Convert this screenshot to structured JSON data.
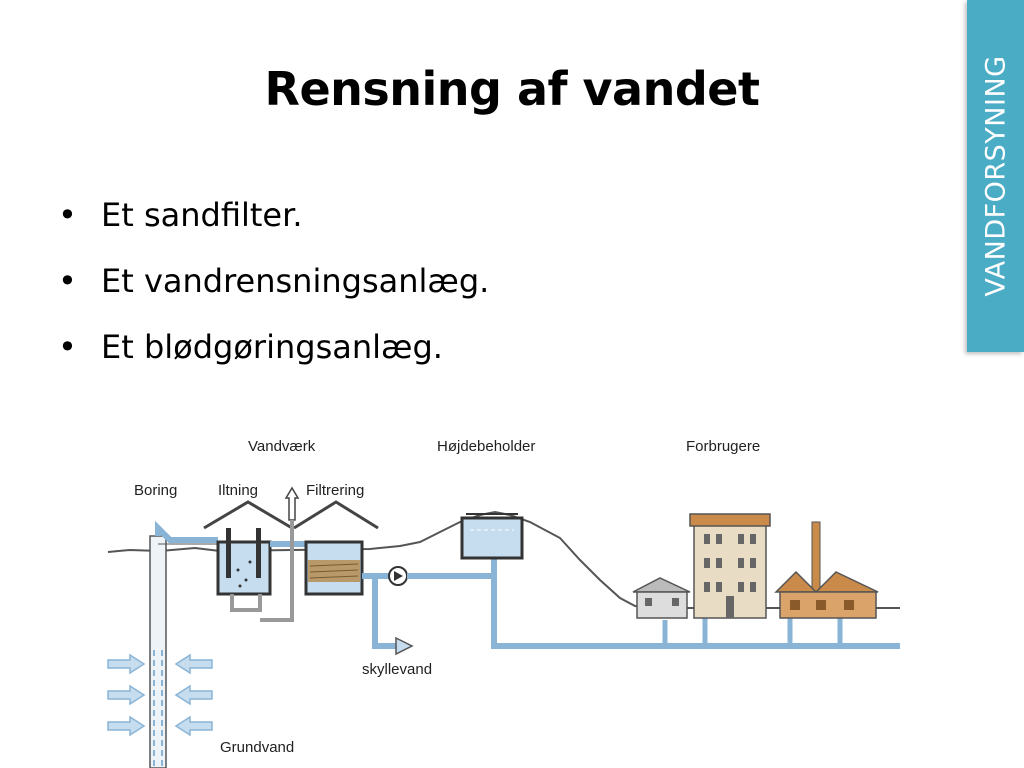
{
  "slide": {
    "title": "Rensning af vandet",
    "side_tab": "VANDFORSYNING",
    "bullets": [
      "Et sandfilter.",
      "Et vandrensningsanlæg.",
      "Et blødgøringsanlæg."
    ]
  },
  "diagram": {
    "labels": {
      "vandvaerk": "Vandværk",
      "hojdebeholder": "Højdebeholder",
      "forbrugere": "Forbrugere",
      "boring": "Boring",
      "iltning": "Iltning",
      "filtrering": "Filtrering",
      "skyllevand": "skyllevand",
      "grundvand": "Grundvand"
    },
    "colors": {
      "pipe": "#8ab4d6",
      "water": "#c5ddef",
      "brick": "#c98a4a",
      "ground": "#555555"
    }
  }
}
